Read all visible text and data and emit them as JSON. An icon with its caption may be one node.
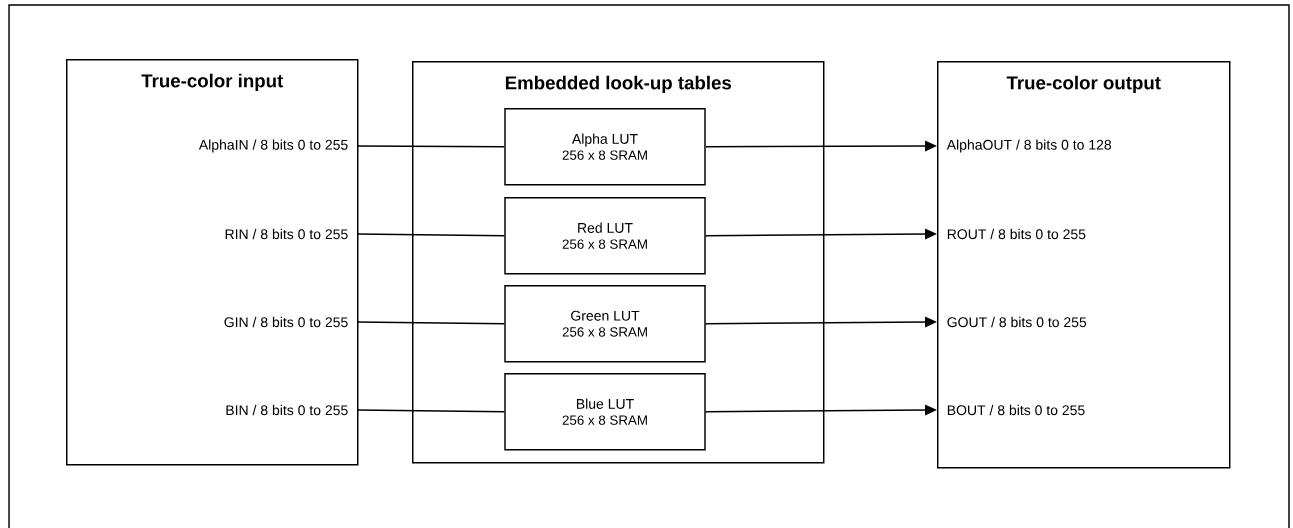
{
  "diagram": {
    "nodes": [
      {
        "text": [
          "True-color input"
        ]
      },
      {
        "text": [
          "AlphaIN / 8 bits 0 to 255"
        ],
        "in": 0
      },
      {
        "text": [
          "RIN / 8 bits 0 to 255"
        ],
        "in": 0
      },
      {
        "text": [
          "GIN / 8 bits 0 to 255"
        ],
        "in": 0
      },
      {
        "text": [
          "BIN / 8 bits 0 to 255"
        ],
        "in": 0
      },
      {
        "text": [
          "Embedded look-up tables"
        ]
      },
      {
        "text": [
          "Alpha LUT",
          "256 x 8 SRAM"
        ],
        "in": 5
      },
      {
        "text": [
          "Red LUT",
          "256 x 8 SRAM"
        ],
        "in": 5
      },
      {
        "text": [
          "Green LUT",
          "256 x 8 SRAM"
        ],
        "in": 5
      },
      {
        "text": [
          "Blue LUT",
          "256 x 8 SRAM"
        ],
        "in": 5
      },
      {
        "text": [
          "True-color output"
        ]
      },
      {
        "text": [
          "AlphaOUT / 8 bits 0 to 128"
        ],
        "in": 10
      },
      {
        "text": [
          "ROUT / 8 bits 0 to 255"
        ],
        "in": 10
      },
      {
        "text": [
          "GOUT / 8 bits 0 to 255"
        ],
        "in": 10
      },
      {
        "text": [
          "BOUT / 8 bits 0 to 255"
        ],
        "in": 10
      }
    ],
    "edges": [
      {
        "from": 1,
        "to": 6,
        "arrow": "none"
      },
      {
        "from": 6,
        "to": 11,
        "arrow": "to"
      },
      {
        "from": 2,
        "to": 7,
        "arrow": "none"
      },
      {
        "from": 7,
        "to": 12,
        "arrow": "to"
      },
      {
        "from": 3,
        "to": 8,
        "arrow": "none"
      },
      {
        "from": 8,
        "to": 13,
        "arrow": "to"
      },
      {
        "from": 4,
        "to": 9,
        "arrow": "none"
      },
      {
        "from": 9,
        "to": 14,
        "arrow": "to"
      }
    ]
  }
}
